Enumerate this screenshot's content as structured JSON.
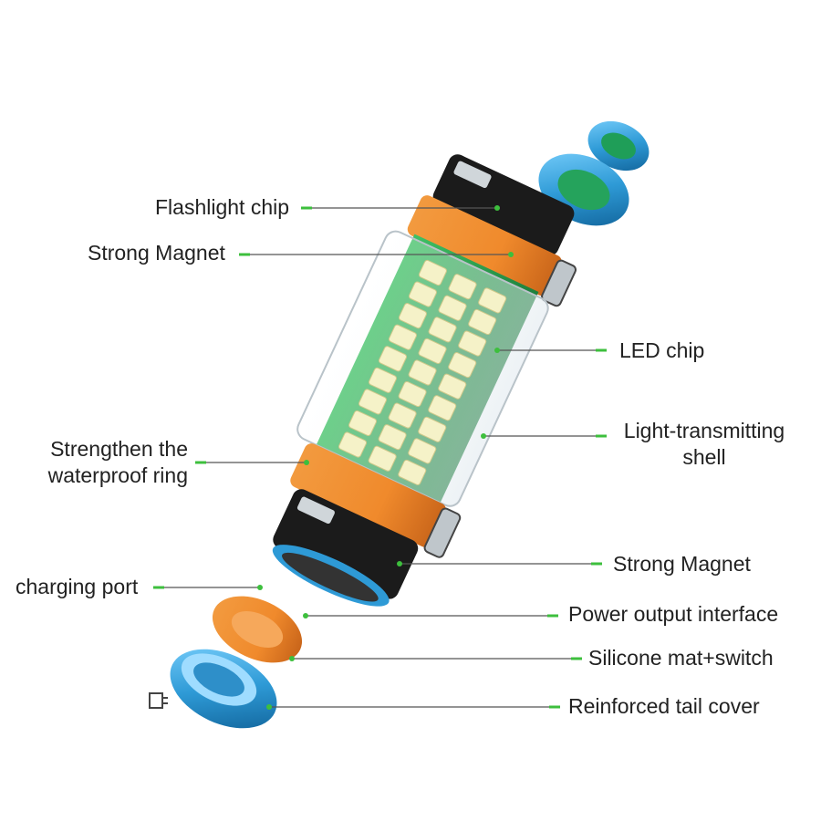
{
  "colors": {
    "accent": "#3dbf3d",
    "leader": "#555555",
    "text": "#222222",
    "orange": "#f08a2c",
    "blue": "#2e9ad6",
    "pcb": "#2fa84f",
    "black": "#1b1b1b"
  },
  "labels": {
    "flashlight_chip": "Flashlight chip",
    "strong_magnet_top": "Strong Magnet",
    "led_chip": "LED chip",
    "shell_line1": "Light-transmitting",
    "shell_line2": "shell",
    "ring_line1": "Strengthen the",
    "ring_line2": "waterproof ring",
    "strong_magnet_bottom": "Strong Magnet",
    "charging_port": "charging port",
    "power_output": "Power output interface",
    "silicone_mat": "Silicone mat+switch",
    "tail_cover": "Reinforced tail cover"
  },
  "icons": {
    "product": "led-flashlight-exploded-view",
    "small_part": "clip-icon"
  }
}
